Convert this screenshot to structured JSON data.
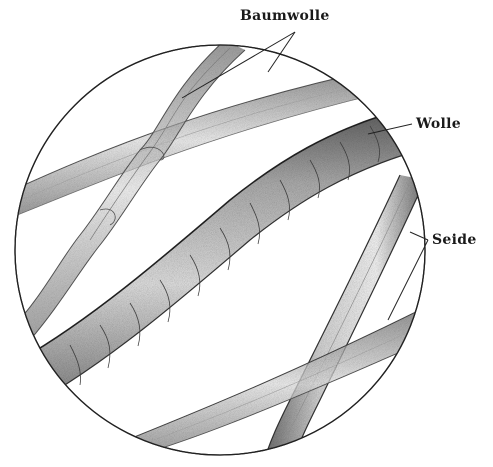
{
  "labels": {
    "cotton": "Baumwolle",
    "wool": "Wolle",
    "silk": "Seide"
  },
  "colors": {
    "ink": "#1a1a1a",
    "fiber_shadow": "#5a5a5a",
    "fiber_light": "#d8d8d8",
    "background": "#ffffff"
  }
}
